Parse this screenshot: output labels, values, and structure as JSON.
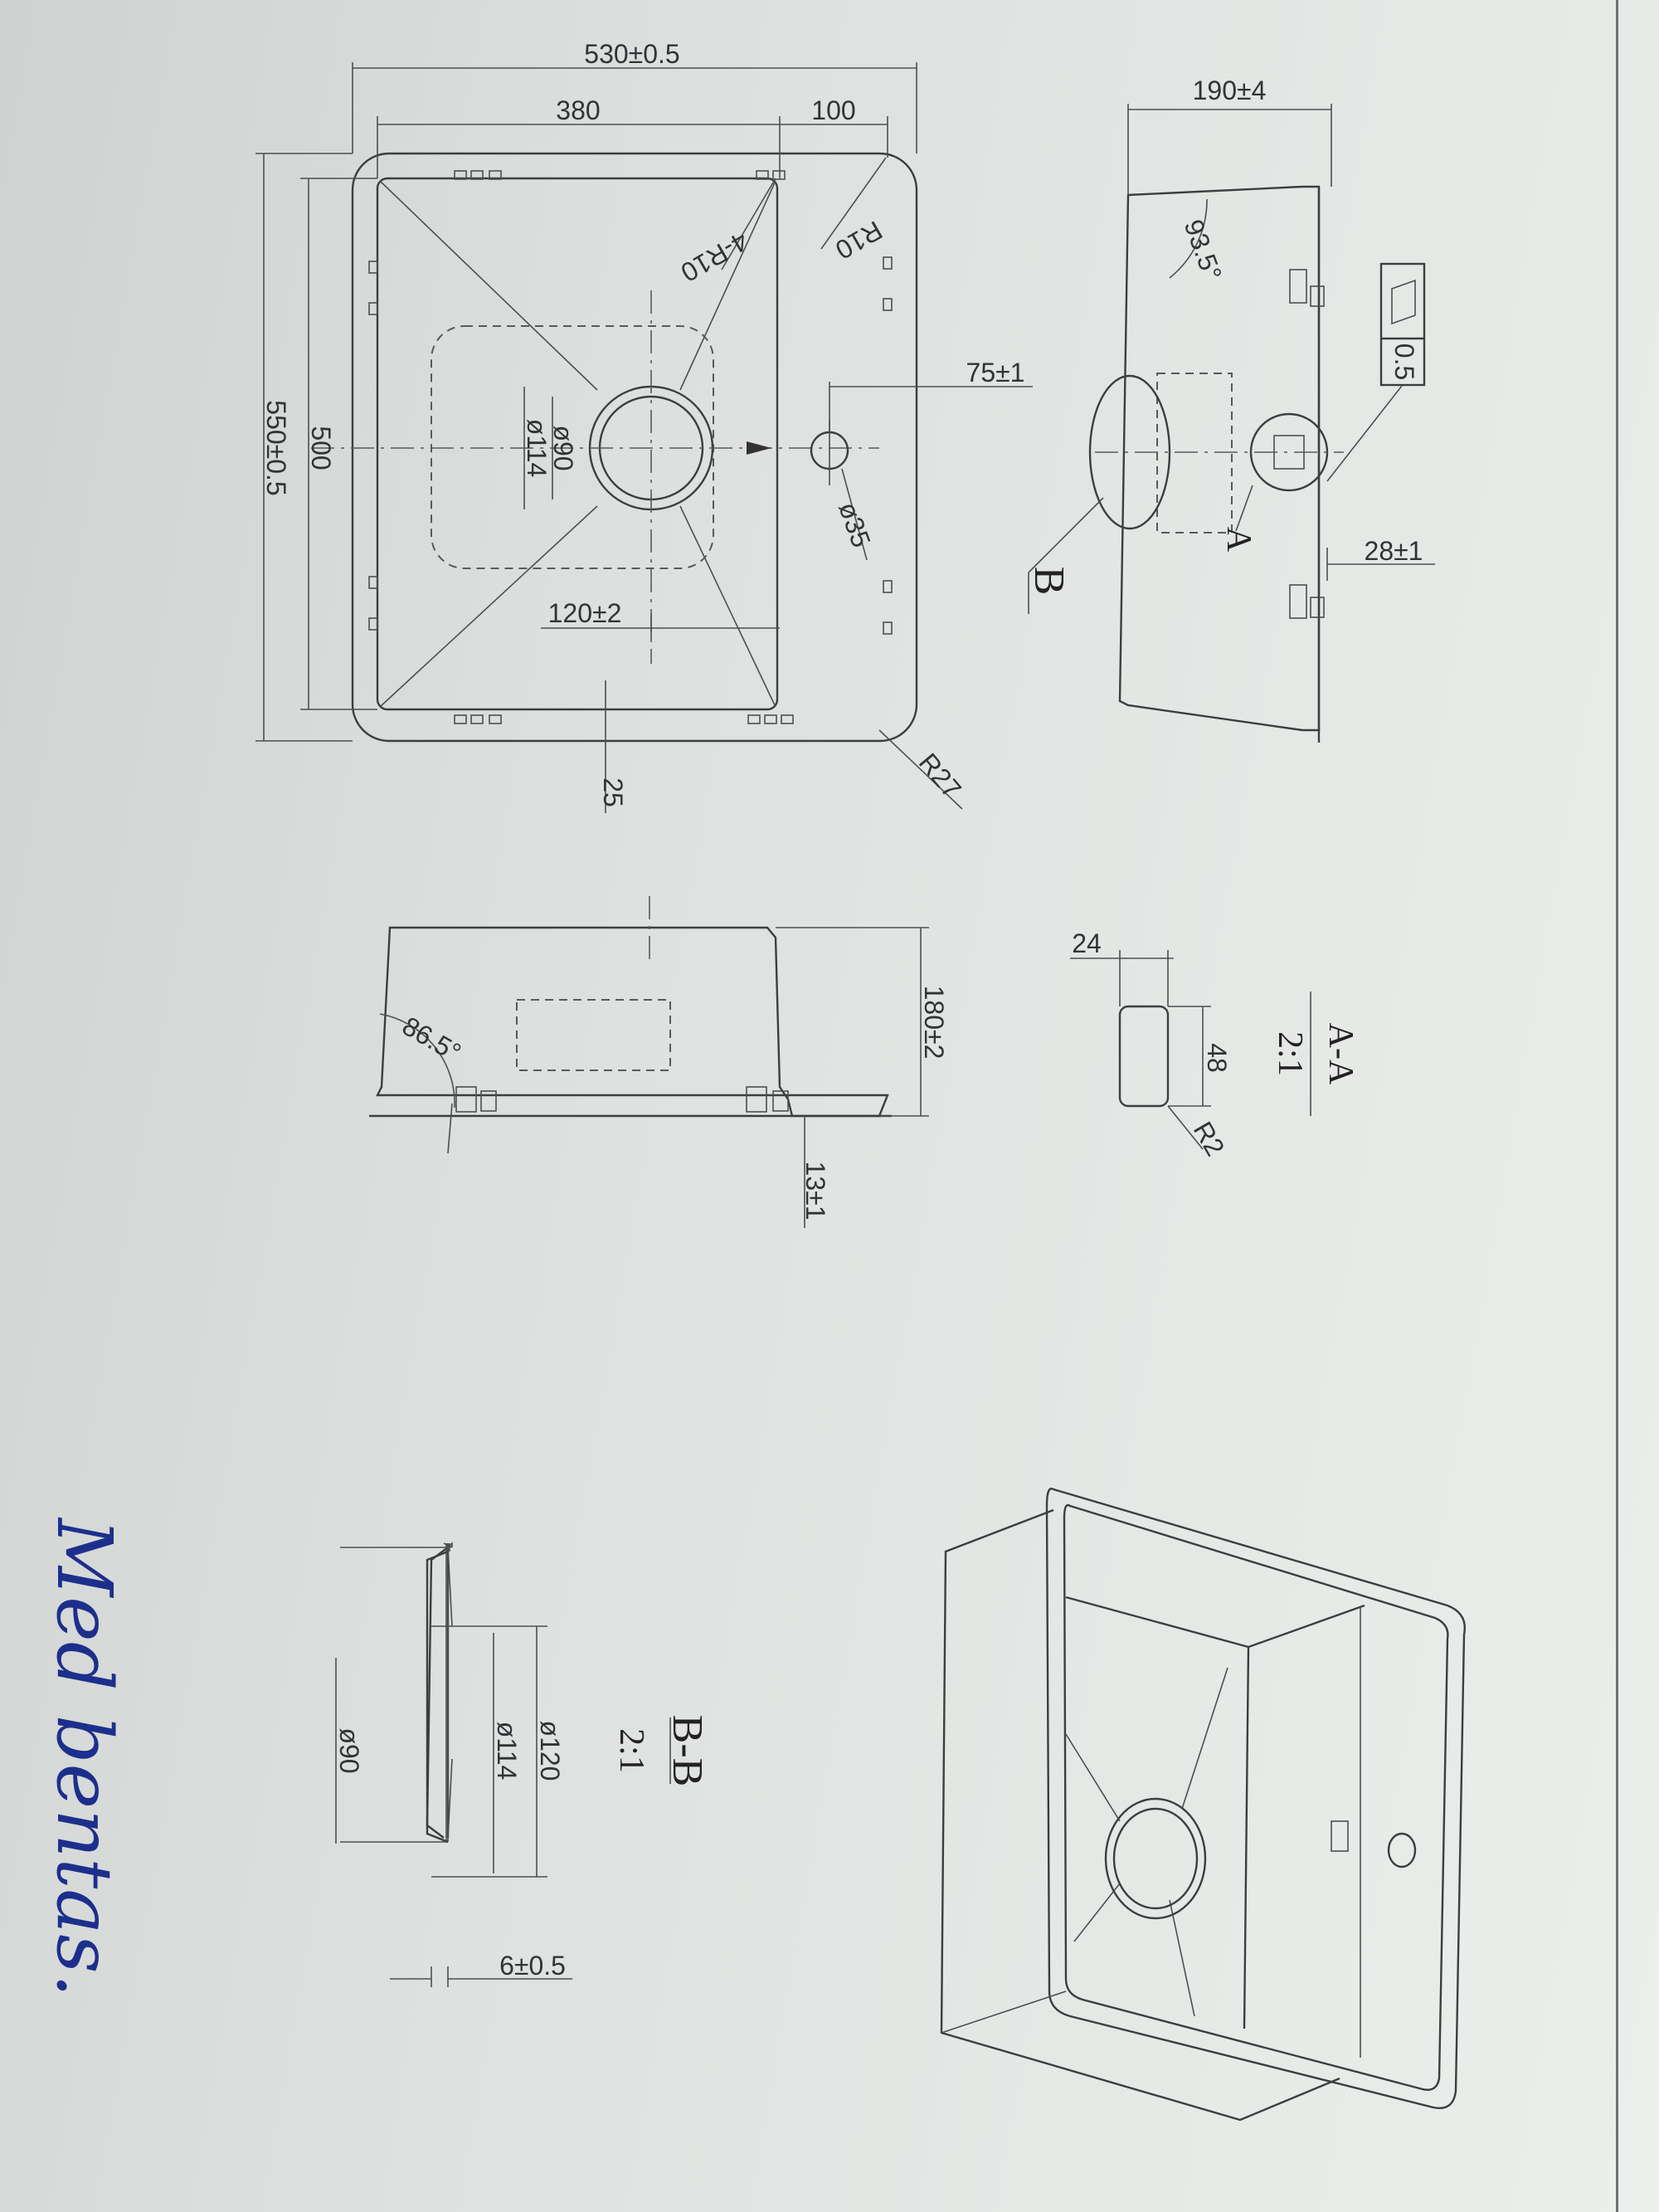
{
  "dimensions": {
    "overall_width": "530±0.5",
    "inner_width": "380",
    "offset": "100",
    "overall_length": "550±0.5",
    "inner_length": "500",
    "corner_radius_4": "4-R10",
    "corner_radius": "R10",
    "drain_diameter_inner": "ø90",
    "drain_diameter_outer": "ø114",
    "tap_offset": "75±1",
    "tap_hole": "ø35",
    "drain_offset": "120±2",
    "flange_width": "25",
    "outer_radius": "R27",
    "side_depth": "190±4",
    "side_angle": "93.5°",
    "thickness_label": "0.5",
    "section_a_label": "A",
    "section_b_label": "B",
    "side_offset": "28±1",
    "front_depth": "180±2",
    "front_angle": "86.5°",
    "flange_height": "13±1",
    "aa_width": "24",
    "aa_height": "48",
    "aa_radius": "R2",
    "bb_d1": "ø90",
    "bb_d2": "ø114",
    "bb_d3": "ø120",
    "bb_height": "6±0.5"
  },
  "sections": {
    "aa_title": "A-A",
    "aa_scale": "2:1",
    "bb_title": "B-B",
    "bb_scale": "2:1"
  },
  "handwriting": "Med bentas.",
  "colors": {
    "line": "#3a3f40",
    "ink": "#1d2f8c",
    "paper": "#e2e4e2"
  }
}
